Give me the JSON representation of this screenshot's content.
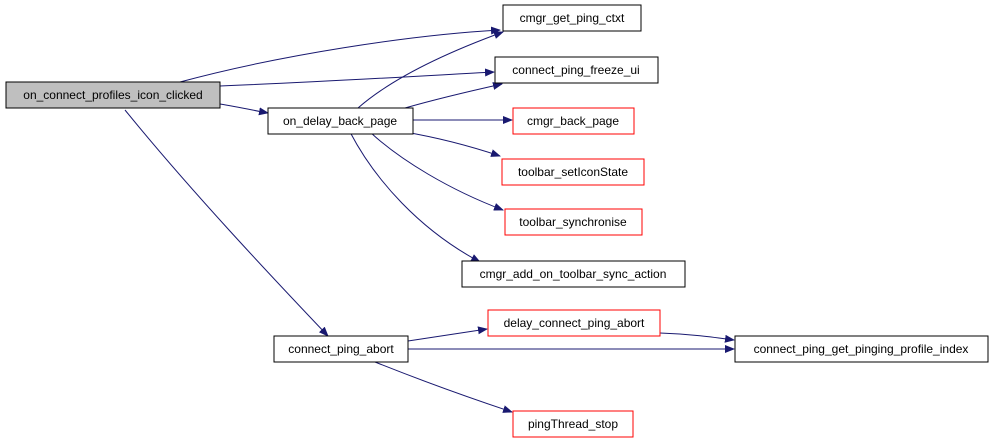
{
  "colors": {
    "edge": "#191970",
    "root_fill": "#bfbfbf",
    "normal_border": "#000000",
    "truncated_border": "#ff0000",
    "node_fill": "#ffffff",
    "text": "#000000"
  },
  "nodes": {
    "root": {
      "label": "on_connect_profiles_icon_clicked",
      "style": "root"
    },
    "cmgr_get_ping_ctxt": {
      "label": "cmgr_get_ping_ctxt",
      "style": "normal"
    },
    "connect_ping_freeze_ui": {
      "label": "connect_ping_freeze_ui",
      "style": "normal"
    },
    "on_delay_back_page": {
      "label": "on_delay_back_page",
      "style": "normal"
    },
    "cmgr_back_page": {
      "label": "cmgr_back_page",
      "style": "truncated"
    },
    "toolbar_setIconState": {
      "label": "toolbar_setIconState",
      "style": "truncated"
    },
    "toolbar_synchronise": {
      "label": "toolbar_synchronise",
      "style": "truncated"
    },
    "cmgr_add_on_toolbar_sync_action": {
      "label": "cmgr_add_on_toolbar_sync_action",
      "style": "normal"
    },
    "connect_ping_abort": {
      "label": "connect_ping_abort",
      "style": "normal"
    },
    "delay_connect_ping_abort": {
      "label": "delay_connect_ping_abort",
      "style": "truncated"
    },
    "connect_ping_get_pinging_profile_index": {
      "label": "connect_ping_get_pinging_profile_index",
      "style": "normal"
    },
    "pingThread_stop": {
      "label": "pingThread_stop",
      "style": "truncated"
    }
  },
  "edges": [
    {
      "from": "root",
      "to": "cmgr_get_ping_ctxt"
    },
    {
      "from": "root",
      "to": "connect_ping_freeze_ui"
    },
    {
      "from": "root",
      "to": "on_delay_back_page"
    },
    {
      "from": "root",
      "to": "connect_ping_abort"
    },
    {
      "from": "on_delay_back_page",
      "to": "cmgr_get_ping_ctxt"
    },
    {
      "from": "on_delay_back_page",
      "to": "connect_ping_freeze_ui"
    },
    {
      "from": "on_delay_back_page",
      "to": "cmgr_back_page"
    },
    {
      "from": "on_delay_back_page",
      "to": "toolbar_setIconState"
    },
    {
      "from": "on_delay_back_page",
      "to": "toolbar_synchronise"
    },
    {
      "from": "on_delay_back_page",
      "to": "cmgr_add_on_toolbar_sync_action"
    },
    {
      "from": "connect_ping_abort",
      "to": "delay_connect_ping_abort"
    },
    {
      "from": "connect_ping_abort",
      "to": "connect_ping_get_pinging_profile_index"
    },
    {
      "from": "connect_ping_abort",
      "to": "pingThread_stop"
    },
    {
      "from": "delay_connect_ping_abort",
      "to": "connect_ping_get_pinging_profile_index"
    }
  ]
}
